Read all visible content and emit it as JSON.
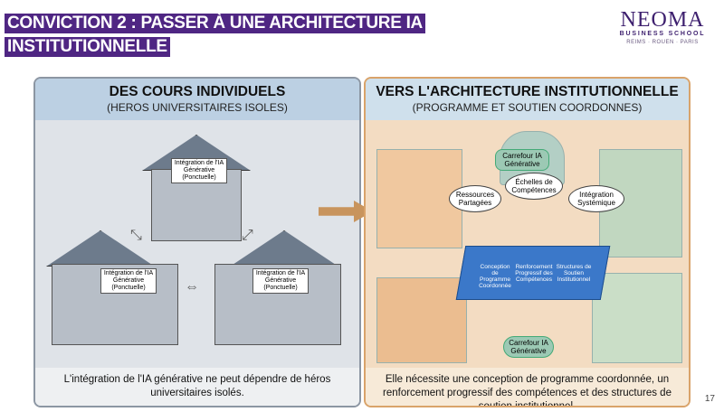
{
  "title": {
    "line1": "CONVICTION 2 : PASSER À UNE ARCHITECTURE IA",
    "line2": "INSTITUTIONNELLE"
  },
  "logo": {
    "word": "NEOMA",
    "sub": "BUSINESS SCHOOL",
    "cities": "REIMS · ROUEN · PARIS"
  },
  "left": {
    "heading": "DES COURS INDIVIDUELS",
    "subheading": "(HEROS UNIVERSITAIRES ISOLES)",
    "sign": "Intégration de l'IA Générative (Ponctuelle)",
    "caption": "L'intégration de l'IA générative ne peut dépendre de héros universitaires isolés."
  },
  "right": {
    "heading": "VERS L'ARCHITECTURE INSTITUTIONNELLE",
    "subheading": "(PROGRAMME ET SOUTIEN COORDONNES)",
    "hub_top": "Carrefour IA Générative",
    "hub_bottom": "Carrefour IA Générative",
    "bubbles": [
      "Ressources Partagées",
      "Échelles de Compétences",
      "Intégration Systémique"
    ],
    "table_labels": [
      "Conception de Programme Coordonnée",
      "Renforcement Progressif des Compétences",
      "Structures de Soutien Institutionnel"
    ],
    "caption": "Elle nécessite une conception de programme coordonnée, un renforcement progressif des compétences et des structures de soutien institutionnel."
  },
  "page_number": "17"
}
